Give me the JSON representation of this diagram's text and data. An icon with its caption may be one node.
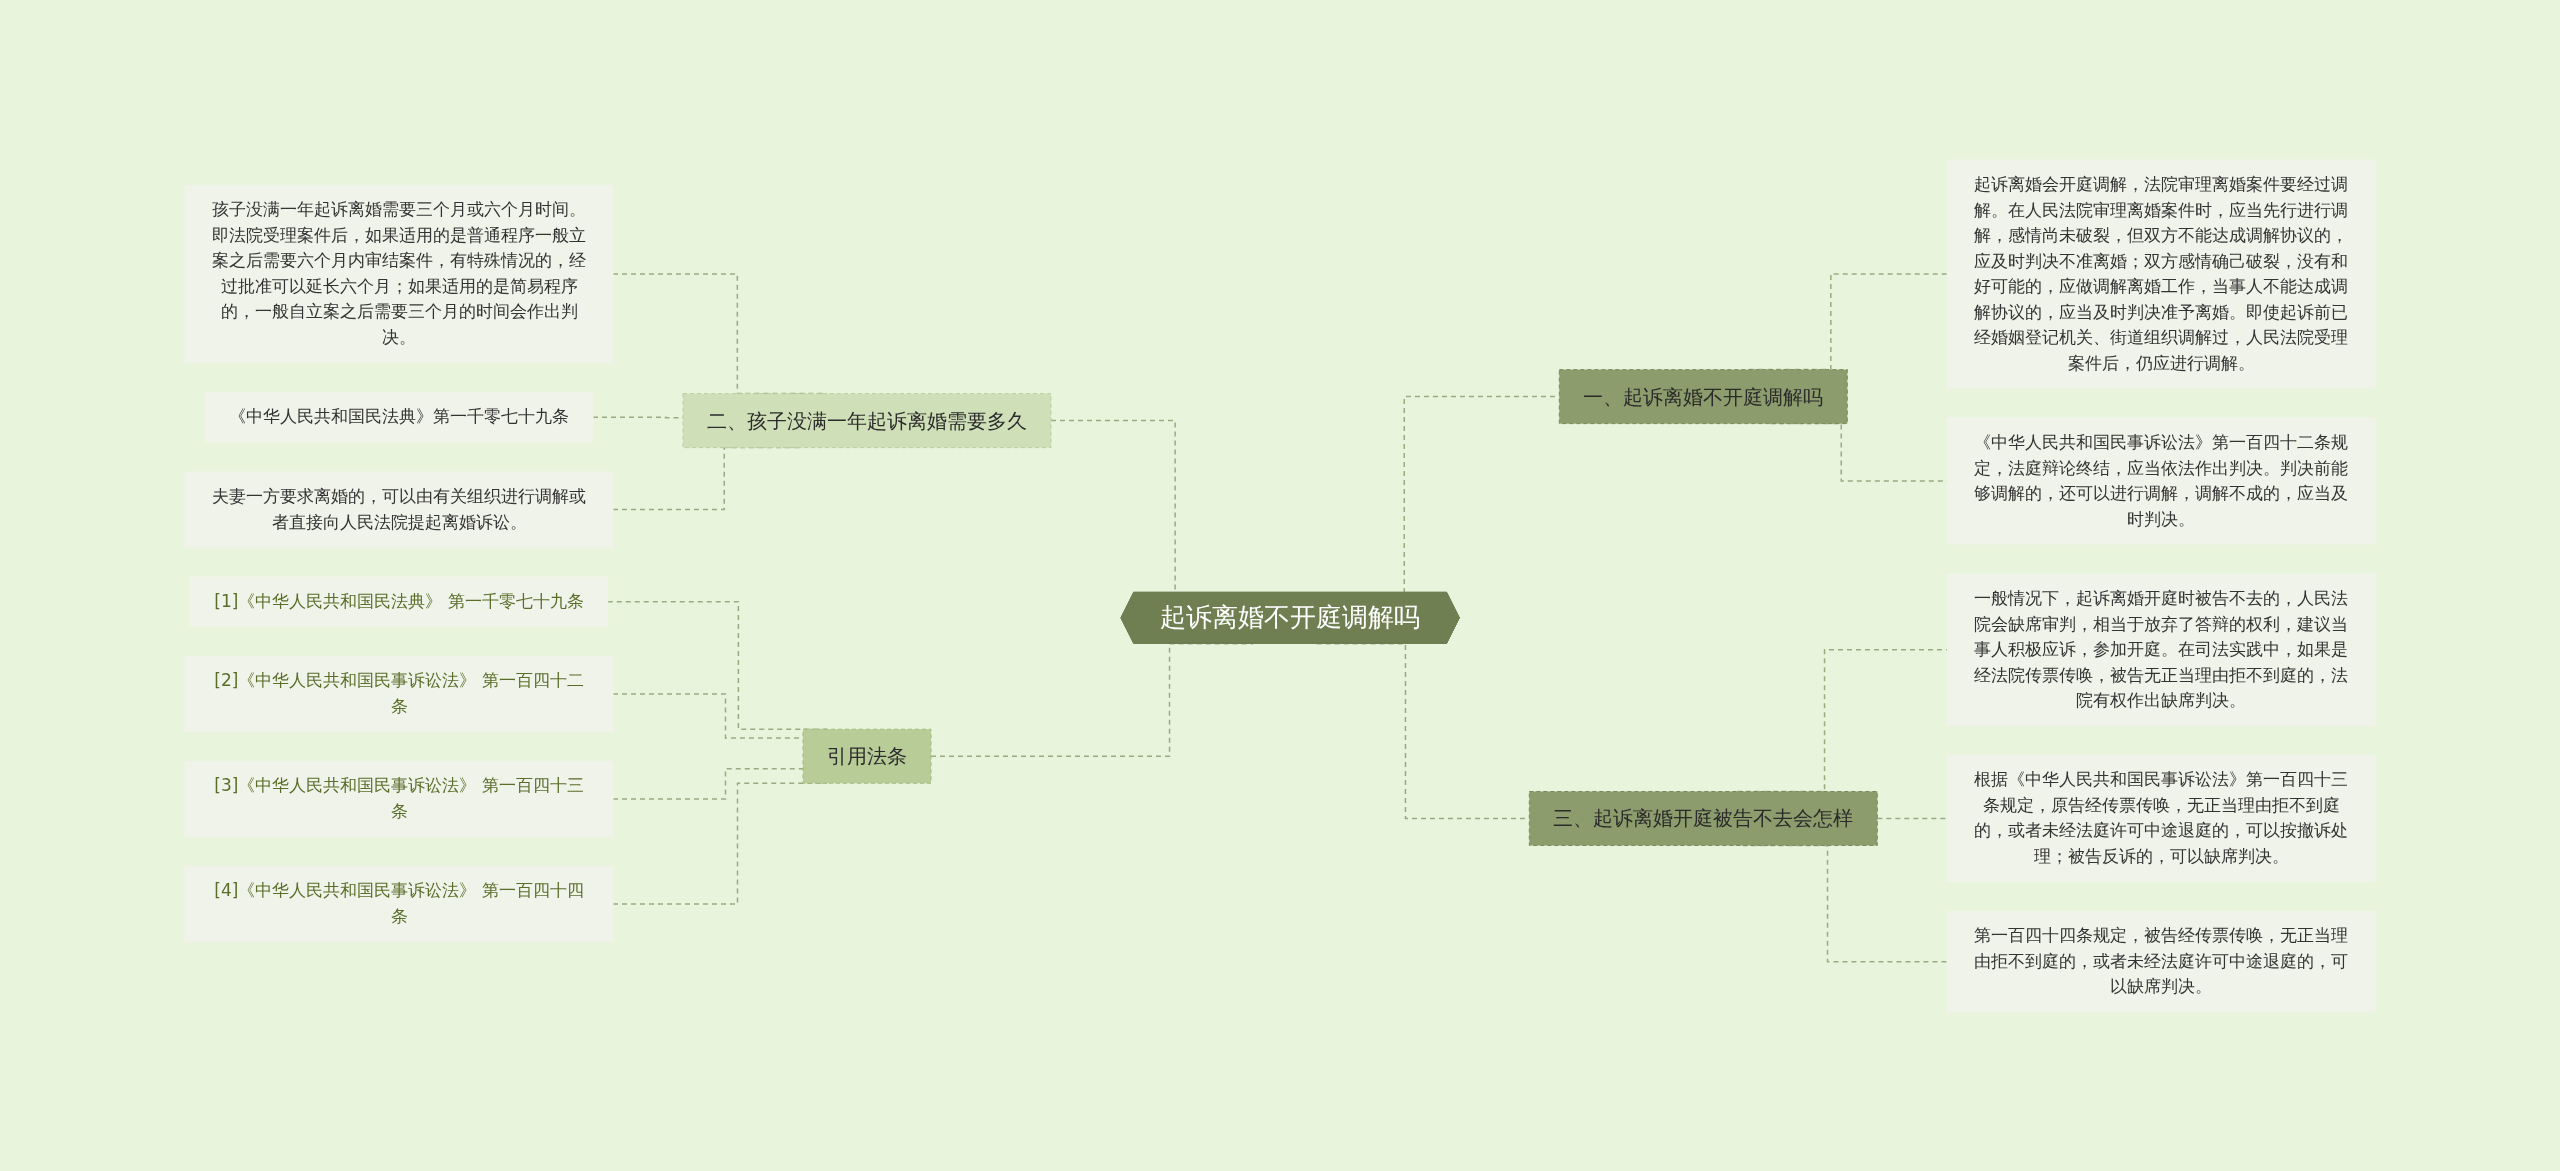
{
  "diagram": {
    "nodes": [
      {
        "text": [
          "起诉离婚不开庭调解吗"
        ]
      },
      {
        "text": [
          "一、起诉离婚不开庭调解吗"
        ]
      },
      {
        "text": [
          "起诉离婚会开庭调解，法院审理离婚案件要经过调解。在人民法院审理离婚案件时，应当先行进行调解，感情尚未破裂，但双方不能达成调解协议的，应及时判决不准离婚；双方感情确己破裂，没有和好可能的，应做调解离婚工作，当事人不能达成调解协议的，应当及时判决准予离婚。即使起诉前已经婚姻登记机关、街道组织调解过，人民法院受理案件后，仍应进行调解。"
        ]
      },
      {
        "text": [
          "《中华人民共和国民事诉讼法》第一百四十二条规定，法庭辩论终结，应当依法作出判决。判决前能够调解的，还可以进行调解，调解不成的，应当及时判决。"
        ]
      },
      {
        "text": [
          "二、孩子没满一年起诉离婚需要多久"
        ]
      },
      {
        "text": [
          "孩子没满一年起诉离婚需要三个月或六个月时间。即法院受理案件后，如果适用的是普通程序一般立案之后需要六个月内审结案件，有特殊情况的，经过批准可以延长六个月；如果适用的是简易程序的，一般自立案之后需要三个月的时间会作出判决。"
        ]
      },
      {
        "text": [
          "《中华人民共和国民法典》第一千零七十九条"
        ]
      },
      {
        "text": [
          "夫妻一方要求离婚的，可以由有关组织进行调解或者直接向人民法院提起离婚诉讼。"
        ]
      },
      {
        "text": [
          "三、起诉离婚开庭被告不去会怎样"
        ]
      },
      {
        "text": [
          "一般情况下，起诉离婚开庭时被告不去的，人民法院会缺席审判，相当于放弃了答辩的权利，建议当事人积极应诉，参加开庭。在司法实践中，如果是经法院传票传唤，被告无正当理由拒不到庭的，法院有权作出缺席判决。"
        ]
      },
      {
        "text": [
          "根据《中华人民共和国民事诉讼法》第一百四十三条规定，原告经传票传唤，无正当理由拒不到庭的，或者未经法庭许可中途退庭的，可以按撤诉处理；被告反诉的，可以缺席判决。"
        ]
      },
      {
        "text": [
          "第一百四十四条规定，被告经传票传唤，无正当理由拒不到庭的，或者未经法庭许可中途退庭的，可以缺席判决。"
        ]
      },
      {
        "text": [
          "引用法条"
        ]
      },
      {
        "text": [
          "[1]《中华人民共和国民法典》 第一千零七十九条"
        ]
      },
      {
        "text": [
          "[2]《中华人民共和国民事诉讼法》 第一百四十二条"
        ]
      },
      {
        "text": [
          "[3]《中华人民共和国民事诉讼法》 第一百四十三条"
        ]
      },
      {
        "text": [
          "[4]《中华人民共和国民事诉讼法》 第一百四十四条"
        ]
      }
    ],
    "edges": [
      {
        "from": 0,
        "to": 1,
        "arrow": "none",
        "style": "dashed"
      },
      {
        "from": 1,
        "to": 2,
        "arrow": "none",
        "style": "dashed"
      },
      {
        "from": 1,
        "to": 3,
        "arrow": "none",
        "style": "dashed"
      },
      {
        "from": 5,
        "to": 4,
        "arrow": "none",
        "style": "dashed"
      },
      {
        "from": 6,
        "to": 4,
        "arrow": "none",
        "style": "dashed"
      },
      {
        "from": 7,
        "to": 4,
        "arrow": "none",
        "style": "dashed"
      },
      {
        "from": 4,
        "to": 0,
        "arrow": "none",
        "style": "dashed"
      },
      {
        "from": 0,
        "to": 8,
        "arrow": "none",
        "style": "dashed"
      },
      {
        "from": 8,
        "to": 9,
        "arrow": "none",
        "style": "dashed"
      },
      {
        "from": 8,
        "to": 10,
        "arrow": "none",
        "style": "dashed"
      },
      {
        "from": 8,
        "to": 11,
        "arrow": "none",
        "style": "dashed"
      },
      {
        "from": 13,
        "to": 12,
        "arrow": "none",
        "style": "dashed"
      },
      {
        "from": 14,
        "to": 12,
        "arrow": "none",
        "style": "dashed"
      },
      {
        "from": 15,
        "to": 12,
        "arrow": "none",
        "style": "dashed"
      },
      {
        "from": 16,
        "to": 12,
        "arrow": "none",
        "style": "dashed"
      },
      {
        "from": 12,
        "to": 0,
        "arrow": "none",
        "style": "dashed"
      }
    ]
  }
}
